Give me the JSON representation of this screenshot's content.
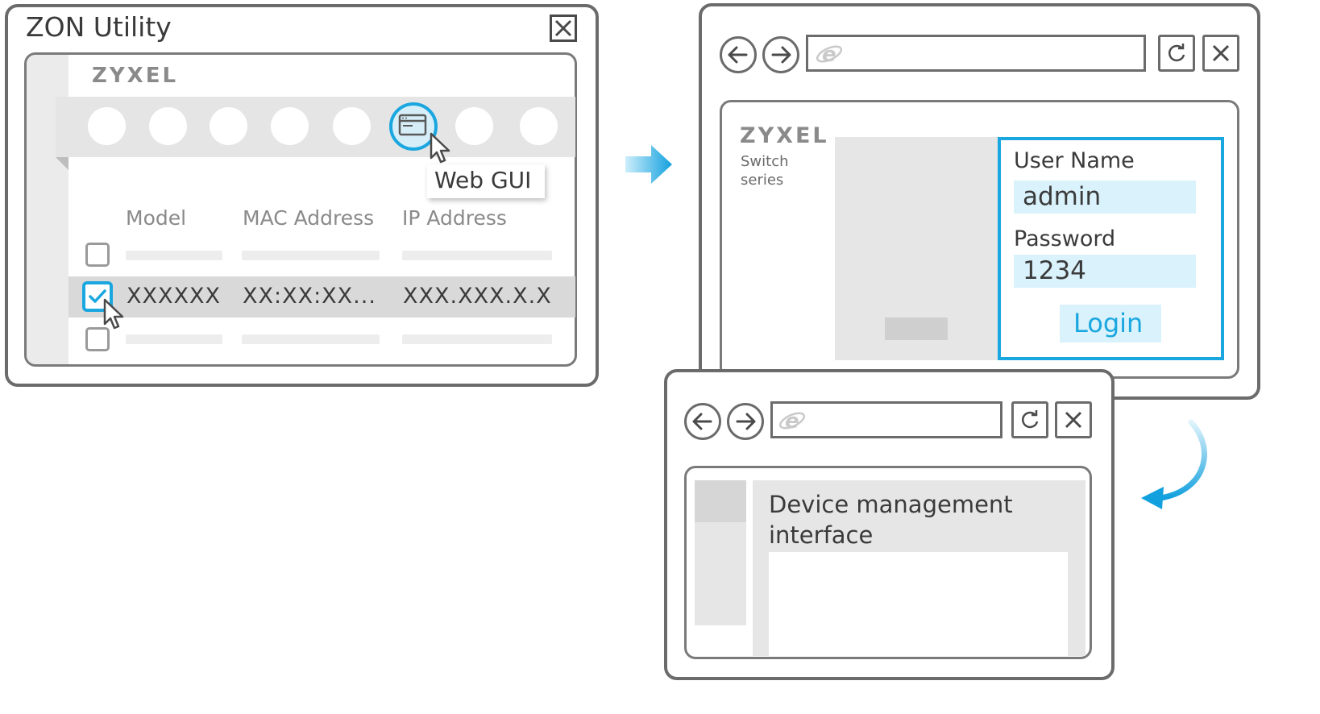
{
  "zon": {
    "title": "ZON Utility",
    "brand": "ZYXEL",
    "tooltip": "Web GUI",
    "columns": [
      "Model",
      "MAC Address",
      "IP Address"
    ],
    "selected_row": {
      "model": "XXXXXX",
      "mac": "XX:XX:XX...",
      "ip": "XXX.XXX.X.X"
    }
  },
  "login_browser": {
    "brand": "ZYXEL",
    "subtitle_line1": "Switch",
    "subtitle_line2": "series",
    "username_label": "User Name",
    "username_value": "admin",
    "password_label": "Password",
    "password_value": "1234",
    "login_button": "Login"
  },
  "device_browser": {
    "content_line1": "Device management",
    "content_line2": "interface"
  },
  "colors": {
    "accent": "#1aa7e0",
    "accent_light": "#d9f2fb",
    "border": "#6b6b6b",
    "panel_gray": "#e8e8e8"
  },
  "icons": [
    "close-icon",
    "back-arrow-icon",
    "forward-arrow-icon",
    "browser-e-icon",
    "refresh-icon",
    "web-gui-icon",
    "cursor-icon",
    "checkmark-icon",
    "flow-arrow-icon",
    "curved-arrow-icon"
  ]
}
